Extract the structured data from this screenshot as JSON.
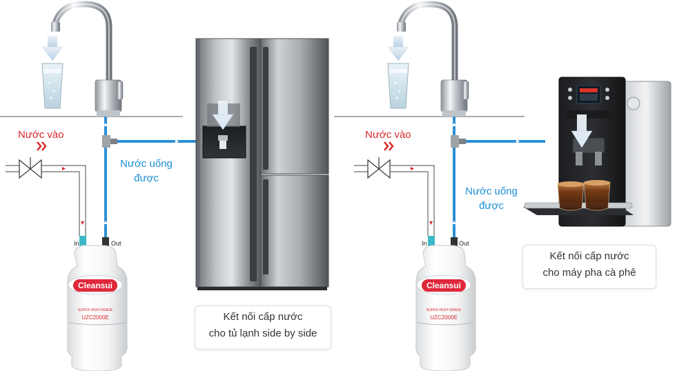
{
  "left_panel": {
    "inlet_label": "Nước vào",
    "outlet_label_line1": "Nước uống",
    "outlet_label_line2": "được",
    "port_in": "In",
    "port_out": "Out",
    "filter_brand": "Cleansui",
    "filter_model": "UZC2000E",
    "filter_grade": "SUPER HIGH GRADE",
    "caption_line1": "Kết nối cấp nước",
    "caption_line2": "cho tủ lạnh side by side"
  },
  "right_panel": {
    "inlet_label": "Nước vào",
    "outlet_label_line1": "Nước uống",
    "outlet_label_line2": "được",
    "port_in": "In",
    "port_out": "Out",
    "filter_brand": "Cleansui",
    "filter_model": "UZC2000E",
    "filter_grade": "SUPER HIGH GRADE",
    "caption_line1": "Kết nối cấp nước",
    "caption_line2": "cho máy pha cà phê"
  },
  "colors": {
    "inlet_red": "#d9262b",
    "outlet_blue": "#1a8fd6",
    "pipe_blue": "#2d8fd5",
    "filter_red": "#e0283a"
  }
}
